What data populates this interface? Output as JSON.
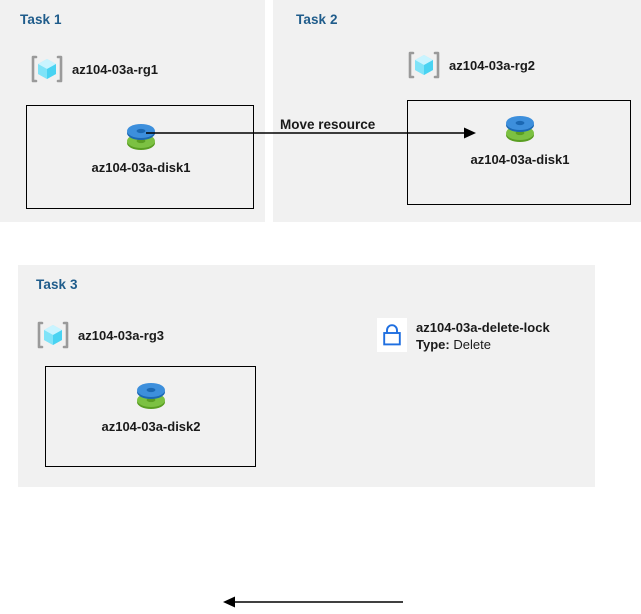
{
  "diagram": {
    "title": "Azure resource group tasks diagram",
    "background_color": "#ffffff",
    "panel_color": "#f1f1f1",
    "heading_color": "#1f5c8b",
    "text_color": "#1a1a1a",
    "accent_lock_color": "#1f6fe0"
  },
  "panels": [
    {
      "id": "task1",
      "title": "Task 1",
      "resource_group": {
        "label": "az104-03a-rg1",
        "icon": "resource-group-icon"
      },
      "resource": {
        "label": "az104-03a-disk1",
        "icon": "managed-disk-icon"
      }
    },
    {
      "id": "task2",
      "title": "Task 2",
      "resource_group": {
        "label": "az104-03a-rg2",
        "icon": "resource-group-icon"
      },
      "resource": {
        "label": "az104-03a-disk1",
        "icon": "managed-disk-icon"
      }
    },
    {
      "id": "task3",
      "title": "Task 3",
      "resource_group": {
        "label": "az104-03a-rg3",
        "icon": "resource-group-icon"
      },
      "resource": {
        "label": "az104-03a-disk2",
        "icon": "managed-disk-icon"
      }
    }
  ],
  "connectors": {
    "move": {
      "label": "Move resource",
      "icon": "arrow-right-icon",
      "direction": "right"
    },
    "lock": {
      "icon": "arrow-left-icon",
      "direction": "left"
    }
  },
  "lock": {
    "icon": "padlock-icon",
    "name": "az104-03a-delete-lock",
    "type_label": "Type:",
    "type_value": "Delete"
  }
}
